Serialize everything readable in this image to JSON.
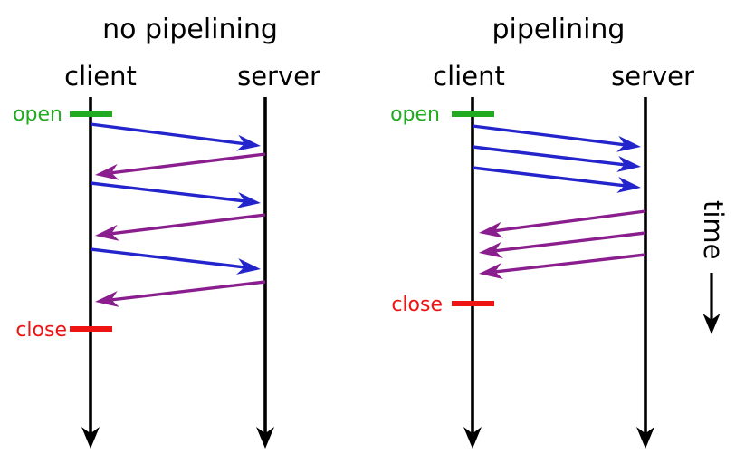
{
  "diagram": {
    "panels": [
      {
        "title": "no pipelining",
        "client_label": "client",
        "server_label": "server",
        "open_label": "open",
        "close_label": "close",
        "request_arrow_count": 3,
        "response_arrow_count": 3,
        "message_order": "request, response, request, response, request, response"
      },
      {
        "title": "pipelining",
        "client_label": "client",
        "server_label": "server",
        "open_label": "open",
        "close_label": "close",
        "request_arrow_count": 3,
        "response_arrow_count": 3,
        "message_order": "request, request, request, response, response, response"
      }
    ],
    "time_axis_label": "time"
  },
  "colors": {
    "request_arrow": "#2424cc",
    "response_arrow": "#8b1e8e",
    "open_marker": "#1faa1f",
    "close_marker": "#ee1414",
    "timeline": "#000000",
    "text": "#000000",
    "background": "#ffffff"
  }
}
